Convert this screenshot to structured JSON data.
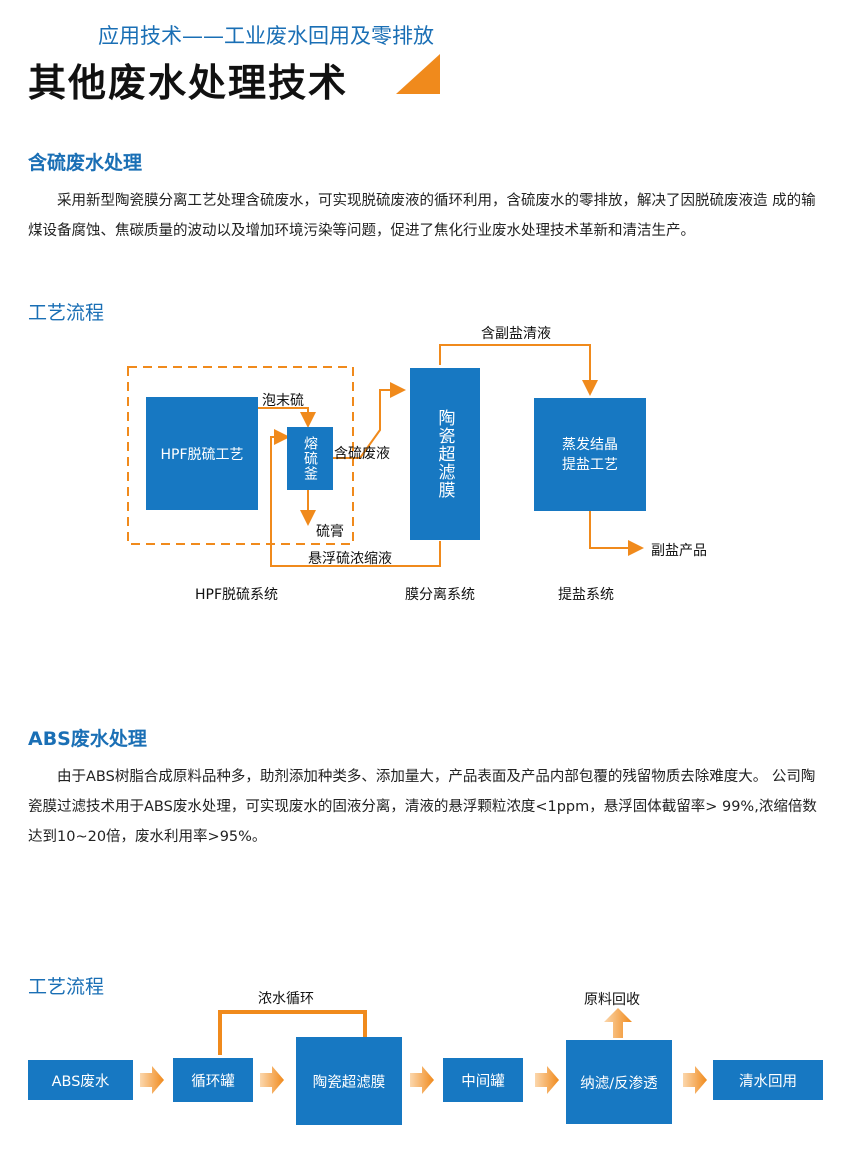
{
  "header": {
    "subtitle": "应用技术——工业废水回用及零排放",
    "title": "其他废水处理技术"
  },
  "section1": {
    "heading": "含硫废水处理",
    "paragraph": "采用新型陶瓷膜分离工艺处理含硫废水，可实现脱硫废液的循环利用，含硫废水的零排放，解决了因脱硫废液造 成的输煤设备腐蚀、焦碳质量的波动以及增加环境污染等问题，促进了焦化行业废水处理技术革新和清洁生产。",
    "flow_heading": "工艺流程",
    "diagram": {
      "box_hpf": "HPF脱硫工艺",
      "box_tank": "熔硫釜",
      "box_membrane": "陶瓷超滤膜",
      "box_evap": "蒸发结晶\n提盐工艺",
      "label_foam": "泡末硫",
      "label_sulfur_waste": "含硫废液",
      "label_sulfur_paste": "硫膏",
      "label_suspended": "悬浮硫浓缩液",
      "label_salt_liquid": "含副盐清液",
      "label_byproduct": "副盐产品",
      "sys_hpf": "HPF脱硫系统",
      "sys_membrane": "膜分离系统",
      "sys_salt": "提盐系统"
    }
  },
  "section2": {
    "heading": "ABS废水处理",
    "paragraph": "由于ABS树脂合成原料品种多，助剂添加种类多、添加量大，产品表面及产品内部包覆的残留物质去除难度大。 公司陶瓷膜过滤技术用于ABS废水处理，可实现废水的固液分离，清液的悬浮颗粒浓度<1ppm，悬浮固体截留率> 99%,浓缩倍数达到10~20倍，废水利用率>95%。",
    "flow_heading": "工艺流程",
    "steps": [
      "ABS废水",
      "循环罐",
      "陶瓷超滤膜",
      "中间罐",
      "纳滤/反渗透",
      "清水回用"
    ],
    "label_recycle": "浓水循环",
    "label_recovery": "原料回收"
  },
  "colors": {
    "blue": "#1778c2",
    "orange": "#f08a1c",
    "heading_blue": "#1a6fb5"
  }
}
